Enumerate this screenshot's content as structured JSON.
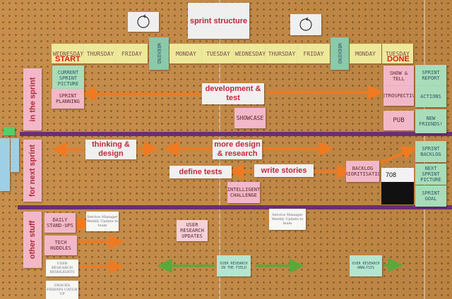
{
  "header": {
    "title": "sprint structure",
    "start_label": "START",
    "done_label": "DONE"
  },
  "days": [
    "WEDNESDAY",
    "THURSDAY",
    "FRIDAY",
    "WEEKEND",
    "MONDAY",
    "TUESDAY",
    "WEDNESDAY",
    "THURSDAY",
    "FRIDAY",
    "WEEKEND",
    "MONDAY",
    "TUESDAY"
  ],
  "rows": {
    "in_sprint": "in the sprint",
    "next_sprint": "for next sprint",
    "other": "other stuff"
  },
  "in_sprint": {
    "current_picture": "CURRENT SPRINT PICTURE",
    "planning": "SPRINT PLANNING",
    "dev_test": "development & test",
    "showcase": "SHOWCASE",
    "show_tell": "SHOW & TELL",
    "retrospective": "RETROSPECTIVE",
    "pub": "PUB",
    "sprint_report": "SPRINT REPORT",
    "actions": "ACTIONS",
    "new_friends": "NEW FRIENDS!"
  },
  "next_sprint": {
    "thinking": "thinking & design",
    "research": "more design & research",
    "define_tests": "define tests",
    "write_stories": "write stories",
    "backlog_prior": "BACKLOG PRIORITISATION",
    "intelligent": "INTELLIGENT CHALLENGE",
    "sprint_backlog": "SPRINT BACKLOG",
    "next_picture": "NEXT SPRINT PICTURE",
    "sprint_goal": "SPRINT GOAL",
    "screen_number": "708"
  },
  "other": {
    "daily": "DAILY STAND-UPS",
    "tech": "TECH HUDDLES",
    "user_research": "USER RESEARCH UPDATES",
    "user_research_note": "USER RESEARCH HIGHLIGHTS",
    "snacks": "SNACKS FRIDAYS CATCH UP",
    "sm_note_1": "Service Manager Weekly Update to team",
    "sm_note_2": "Service Manager Weekly Update to team",
    "user_research_field": "USER RESEARCH IN THE FIELD",
    "user_research_analysis": "USER RESEARCH ANALYSIS"
  },
  "colors": {
    "board": "#c58a45",
    "arrow_orange": "#f07a22",
    "arrow_green": "#5aa83a",
    "tape": "#6a2f72"
  }
}
